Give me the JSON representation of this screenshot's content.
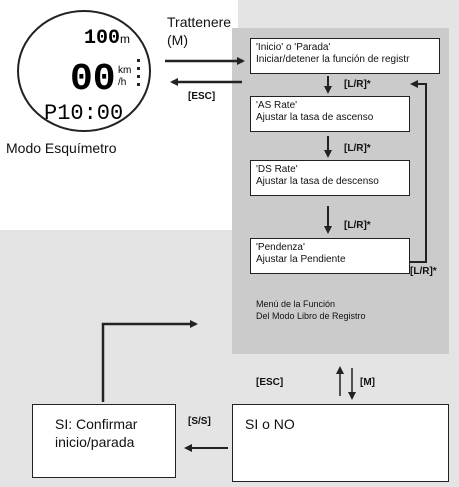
{
  "watch": {
    "distance": "100",
    "distance_unit": "m",
    "speed": "00",
    "speed_unit_top": "km",
    "speed_unit_bottom": "/h",
    "time": "P10:00",
    "caption": "Modo Esquímetro"
  },
  "trattenere": {
    "line1": "Trattenere",
    "line2": "(M)"
  },
  "keys": {
    "esc_left": "[ESC]",
    "lr_1": "[L/R]*",
    "lr_2": "[L/R]*",
    "lr_3": "[L/R]*",
    "lr_loop": "[L/R]*",
    "esc_bottom": "[ESC]",
    "m_bottom": "[M]",
    "ss": "[S/S]"
  },
  "menu_items": [
    {
      "title": "'Inicio' o 'Parada'",
      "desc": "Iniciar/detener la función de registr"
    },
    {
      "title": "'AS Rate'",
      "desc": "Ajustar la tasa de ascenso"
    },
    {
      "title": "'DS Rate'",
      "desc": "Ajustar la tasa de descenso"
    },
    {
      "title": "'Pendenza'",
      "desc": "Ajustar la Pendiente"
    }
  ],
  "menu_caption": {
    "line1": "Menú de la Función",
    "line2": "Del Modo Libro de Registro"
  },
  "confirm_box": {
    "line1": "SI: Confirmar",
    "line2": "inicio/parada"
  },
  "yesno_box": {
    "label": "SI o NO"
  }
}
